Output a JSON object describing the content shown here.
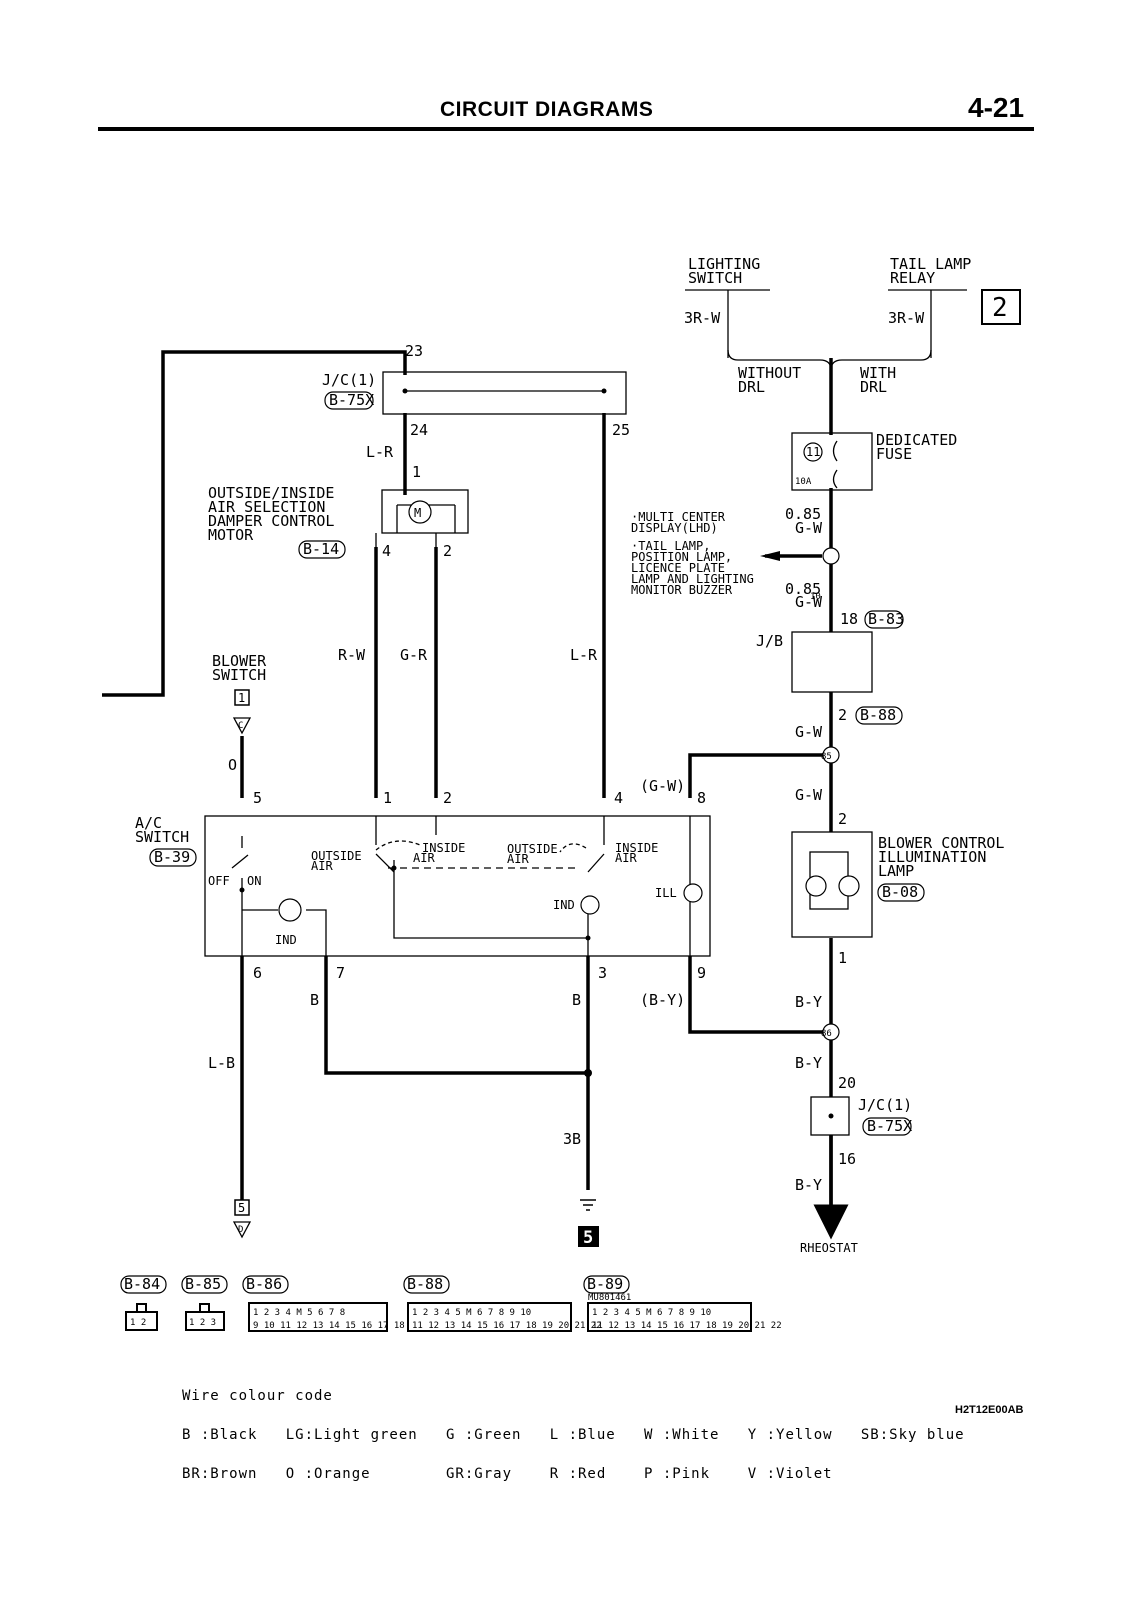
{
  "header": {
    "title": "CIRCUIT DIAGRAMS",
    "page": "4-21"
  },
  "components": {
    "lighting_switch": [
      "LIGHTING",
      "SWITCH"
    ],
    "tail_lamp_relay": [
      "TAIL LAMP",
      "RELAY"
    ],
    "page_ref": "2",
    "without_drl": [
      "WITHOUT",
      "DRL"
    ],
    "with_drl": [
      "WITH",
      "DRL"
    ],
    "dedicated_fuse": [
      "DEDICATED",
      "FUSE"
    ],
    "fuse_number": "11",
    "fuse_rating": "10A",
    "jc1_top": "J/C(1)",
    "jc1_top_conn": "B-75X",
    "damper_motor": [
      "OUTSIDE/INSIDE",
      "AIR SELECTION",
      "DAMPER CONTROL",
      "MOTOR"
    ],
    "damper_motor_conn": "B-14",
    "motor_symbol": "M",
    "multi_center": [
      "·MULTI CENTER",
      " DISPLAY(LHD)",
      "·TAIL LAMP,",
      " POSITION LAMP,",
      " LICENCE PLATE",
      " LAMP AND LIGHTING",
      " MONITOR BUZZER"
    ],
    "jb": "J/B",
    "jb_in_conn": "B-83",
    "jb_out_conn": "B-88",
    "blower_switch": [
      "BLOWER",
      "SWITCH"
    ],
    "blower_ref_top": "1",
    "blower_ref_top_letter": "C",
    "blower_ref_bottom": "5",
    "blower_ref_bottom_letter": "D",
    "ac_switch": [
      "A/C",
      "SWITCH"
    ],
    "ac_switch_conn": "B-39",
    "outside_air": [
      "OUTSIDE",
      "AIR"
    ],
    "inside_air": [
      "INSIDE",
      "AIR"
    ],
    "off": "OFF",
    "on": "ON",
    "ind": "IND",
    "ill": "ILL",
    "blower_ctrl_lamp": [
      "BLOWER CONTROL",
      "ILLUMINATION",
      "LAMP"
    ],
    "blower_ctrl_lamp_conn": "B-08",
    "jc1_bottom": "J/C(1)",
    "jc1_bottom_conn": "B-75X",
    "rheostat": "RHEOSTAT",
    "ground_ref": "5",
    "ground_wire": "3B"
  },
  "wires": {
    "w3rw": "3R-W",
    "w085": "0.85",
    "wgw": "G-W",
    "wlr": "L-R",
    "wrw": "R-W",
    "wgr": "G-R",
    "wo": "O",
    "wgw_paren": "(G-W)",
    "wb": "B",
    "wby_paren": "(B-Y)",
    "wlb": "L-B",
    "wby": "B-Y"
  },
  "pins": {
    "p23": "23",
    "p24": "24",
    "p25": "25",
    "p1m": "1",
    "p4m": "4",
    "p2m": "2",
    "p18": "18",
    "p2jb": "2",
    "p10": "10",
    "p85": "85",
    "p86": "86",
    "p5": "5",
    "p1": "1",
    "p2": "2",
    "p4": "4",
    "p8": "8",
    "p6": "6",
    "p7": "7",
    "p3": "3",
    "p9": "9",
    "p2l": "2",
    "p1l": "1",
    "p20": "20",
    "p16": "16"
  },
  "connectors": {
    "c84": "B-84",
    "c85": "B-85",
    "c86": "B-86",
    "c88": "B-88",
    "c89": "B-89",
    "part_no": "MU801461"
  },
  "legend": {
    "title": "Wire colour code",
    "row1": "B :Black   LG:Light green   G :Green   L :Blue   W :White   Y :Yellow   SB:Sky blue",
    "row2": "BR:Brown   O :Orange        GR:Gray    R :Red    P :Pink    V :Violet"
  },
  "doc_id": "H2T12E00AB"
}
